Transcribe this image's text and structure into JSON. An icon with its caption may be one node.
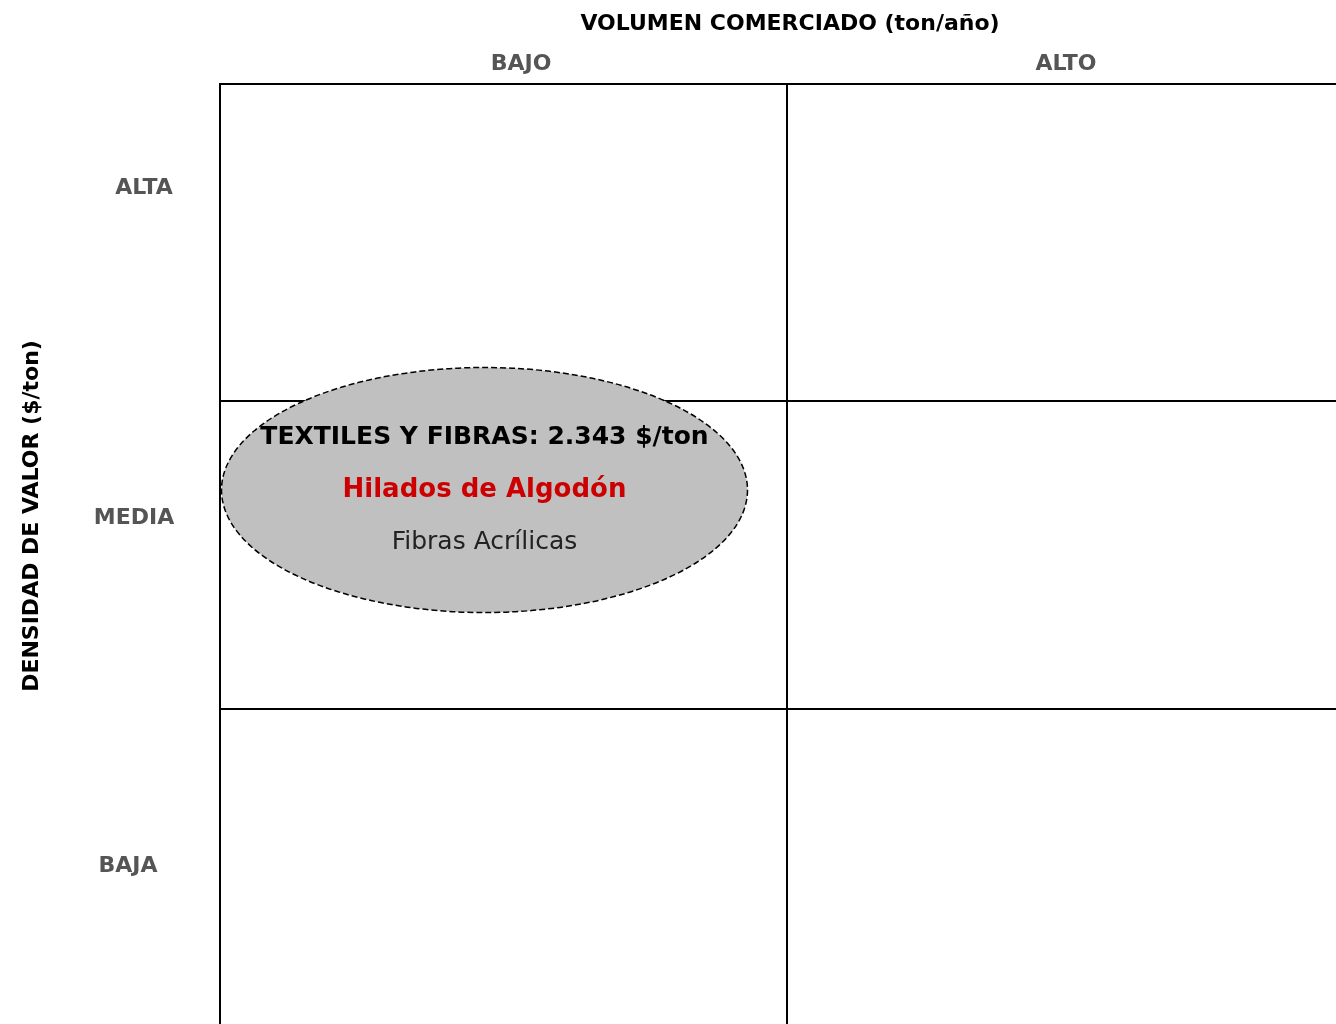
{
  "diagram": {
    "nodes": [
      {
        "text": [
          "TEXTILES Y FIBRAS: 2.343 $/ton",
          "Hilados de Algodón",
          "Fibras Acrílicas"
        ]
      }
    ],
    "edges": [],
    "labels": [
      "VOLUMEN COMERCIADO (ton/año)",
      "BAJO",
      "ALTO",
      "ALTA",
      "MEDIA",
      "BAJA",
      "DENSIDAD DE VALOR ($/ton)"
    ]
  }
}
